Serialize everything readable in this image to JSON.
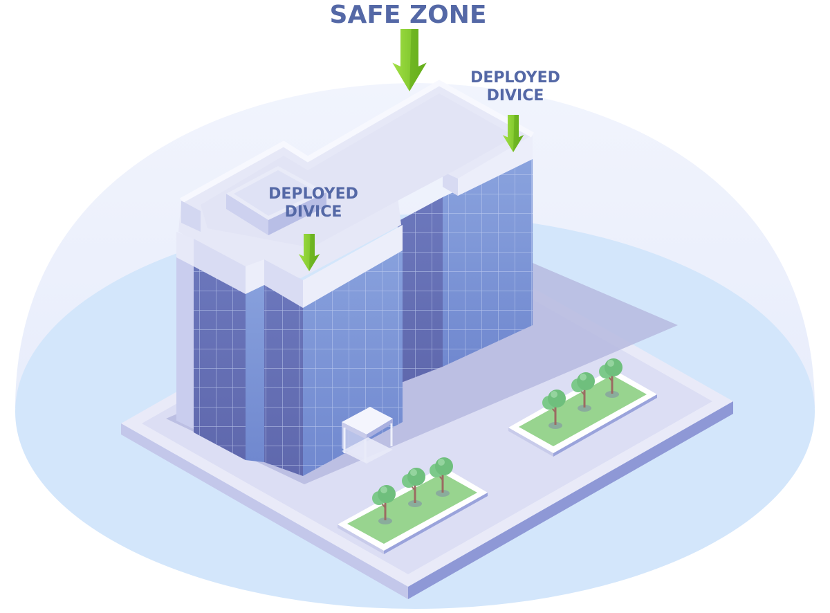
{
  "title": "SAFE ZONE",
  "devices": [
    {
      "label": "DEPLOYED\nDIVICE"
    },
    {
      "label": "DEPLOYED\nDIVICE"
    }
  ],
  "icons": [
    "safe-zone-dome-icon",
    "office-building-icon",
    "down-arrow-icon",
    "tree-icon"
  ],
  "colors": {
    "label_text": "#5468a6",
    "arrow_green": "#8bd42f",
    "arrow_green_dark": "#5ea617",
    "dome_fill": "#eef2fd",
    "ground_fill": "#d3e6fb",
    "plaza_fill": "#dfe1f4",
    "glass_blue": "#7f98d6",
    "glass_dark": "#6a73b7",
    "roof_fill": "#e6e8f7",
    "grass_green": "#98d48f",
    "tree_green": "#6fbf7d",
    "trunk_brown": "#9b6b62"
  }
}
